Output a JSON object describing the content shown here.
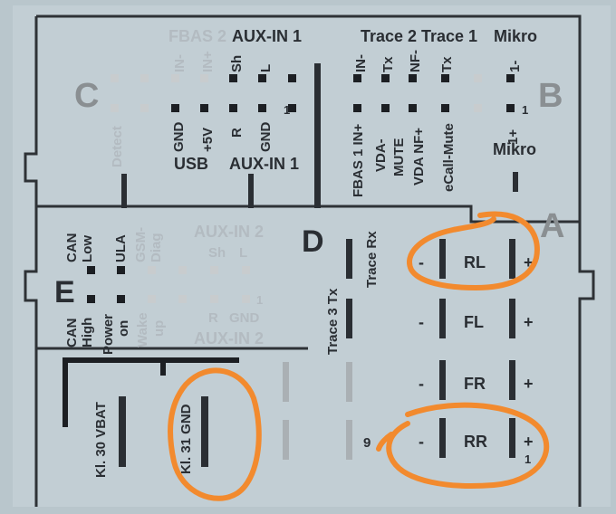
{
  "sections": {
    "c": "C",
    "b": "B",
    "d": "D",
    "a": "A",
    "e": "E"
  },
  "top_left": {
    "fbas2": "FBAS 2",
    "aux_in_1_top": "AUX-IN 1",
    "pins_top": [
      "IN-",
      "IN+",
      "Sh",
      "L"
    ],
    "pins_bottom": [
      "Detect",
      "GND",
      "+5V",
      "R",
      "GND"
    ],
    "usb": "USB",
    "aux_in_1_bottom": "AUX-IN 1",
    "pin_num": "1"
  },
  "top_right": {
    "trace2": "Trace 2",
    "trace1": "Trace 1",
    "mikro_top": "Mikro",
    "pins_top": [
      "IN-",
      "Tx",
      "NF-",
      "Tx",
      "1-"
    ],
    "pins_bottom": [
      "FBAS 1 IN+",
      "VDA-",
      "MUTE",
      "VDA NF+",
      "eCall-Mute",
      "1+"
    ],
    "mikro_bottom": "Mikro",
    "pin_num": "1"
  },
  "middle_left": {
    "can_low_1": "CAN",
    "can_low_2": "Low",
    "ula": "ULA",
    "gsm_1": "GSM-",
    "gsm_2": "Diag",
    "aux_in_2_top": "AUX-IN 2",
    "sh": "Sh",
    "l": "L",
    "can_high_1": "CAN",
    "can_high_2": "High",
    "power_1": "Power",
    "power_2": "on",
    "wake_1": "Wake",
    "wake_2": "up",
    "r": "R",
    "gnd": "GND",
    "aux_in_2_bottom": "AUX-IN 2",
    "pin_num": "1"
  },
  "middle": {
    "trace_rx": "Trace Rx",
    "trace3_tx": "Trace 3 Tx"
  },
  "speakers": [
    {
      "minus": "-",
      "name": "RL",
      "plus": "+"
    },
    {
      "minus": "-",
      "name": "FL",
      "plus": "+"
    },
    {
      "minus": "-",
      "name": "FR",
      "plus": "+"
    },
    {
      "minus": "-",
      "name": "RR",
      "plus": "+"
    }
  ],
  "rr_pin_num": "1",
  "pin_nine": "9",
  "bottom": {
    "kl30": "Kl. 30 VBAT",
    "kl31": "Kl. 31 GND"
  },
  "colors": {
    "background": "#b9c6cc",
    "annotation": "#f28a2e"
  }
}
